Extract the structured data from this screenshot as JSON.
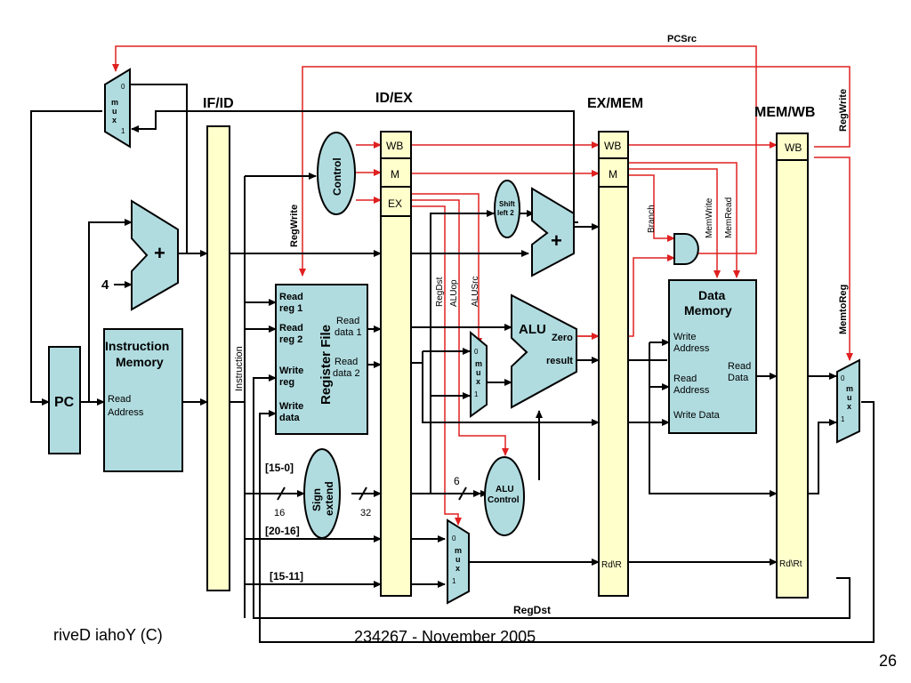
{
  "stages": {
    "ifid": "IF/ID",
    "idex": "ID/EX",
    "exmem": "EX/MEM",
    "memwb": "MEM/WB"
  },
  "fields": {
    "wb": "WB",
    "m": "M",
    "ex": "EX"
  },
  "signals": {
    "pcsrc": "PCSrc",
    "regwrite": "RegWrite",
    "regwrite_top": "RegWrite",
    "memtoreg": "MemtoReg",
    "regdst": "RegDst",
    "aluop": "ALUop",
    "alusrc": "ALUSrc",
    "branch": "Branch",
    "memwrite": "MemWrite",
    "memread": "MemRead",
    "regdst_bottom": "RegDst",
    "instruction": "Instruction"
  },
  "units": {
    "pc": "PC",
    "imem_title1": "Instruction",
    "imem_title2": "Memory",
    "imem_read1": "Read",
    "imem_read2": "Address",
    "control": "Control",
    "regfile": "Register File",
    "rr1a": "Read",
    "rr1b": "reg 1",
    "rr2a": "Read",
    "rr2b": "reg 2",
    "wra": "Write",
    "wrb": "reg",
    "wda": "Write",
    "wdb": "data",
    "rd1a": "Read",
    "rd1b": "data 1",
    "rd2a": "Read",
    "rd2b": "data 2",
    "alu": "ALU",
    "zero": "Zero",
    "result": "result",
    "shift1": "Shift",
    "shift2": "left 2",
    "sign1": "Sign",
    "sign2": "extend",
    "aluctl1": "ALU",
    "aluctl2": "Control",
    "dmem1": "Data",
    "dmem2": "Memory",
    "dm_wa1": "Write",
    "dm_wa2": "Address",
    "dm_ra1": "Read",
    "dm_ra2": "Address",
    "dm_wd": "Write Data",
    "dm_rd1": "Read",
    "dm_rd2": "Data",
    "plus": "+",
    "four": "4"
  },
  "mux": {
    "m": "m",
    "u": "u",
    "x": "x",
    "zero": "0",
    "one": "1"
  },
  "fields_bits": {
    "b15_0": "[15-0]",
    "b20_16": "[20-16]",
    "b15_11": "[15-11]",
    "w16": "16",
    "w32": "32",
    "w6": "6"
  },
  "pipe_regs": {
    "rd_exmem": "Rd\\R",
    "rd_memwb": "Rd\\Rt"
  },
  "footer": {
    "left": "riveD iahoY  (C)",
    "center": "234267 - November 2005",
    "page": "26"
  }
}
